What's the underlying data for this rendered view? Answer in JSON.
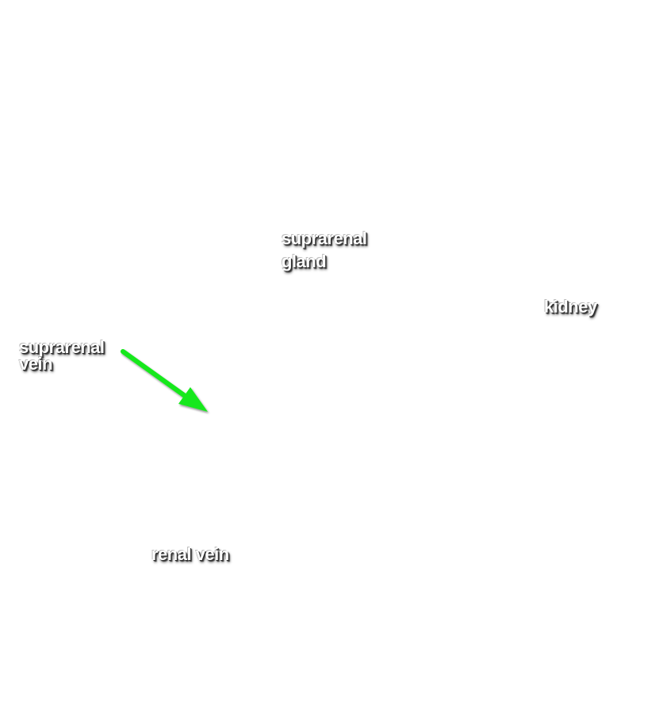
{
  "labels": {
    "suprarenal_gland": "suprarenal\ngland",
    "kidney": "kidney",
    "suprarenal_vein": "suprarenal\nvein",
    "renal_vein": "renal vein"
  },
  "colors": {
    "arrow": "#18e81e",
    "label_text": "#ffffff",
    "label_shadow": "#2a2a2a",
    "background": "#ffffff"
  }
}
